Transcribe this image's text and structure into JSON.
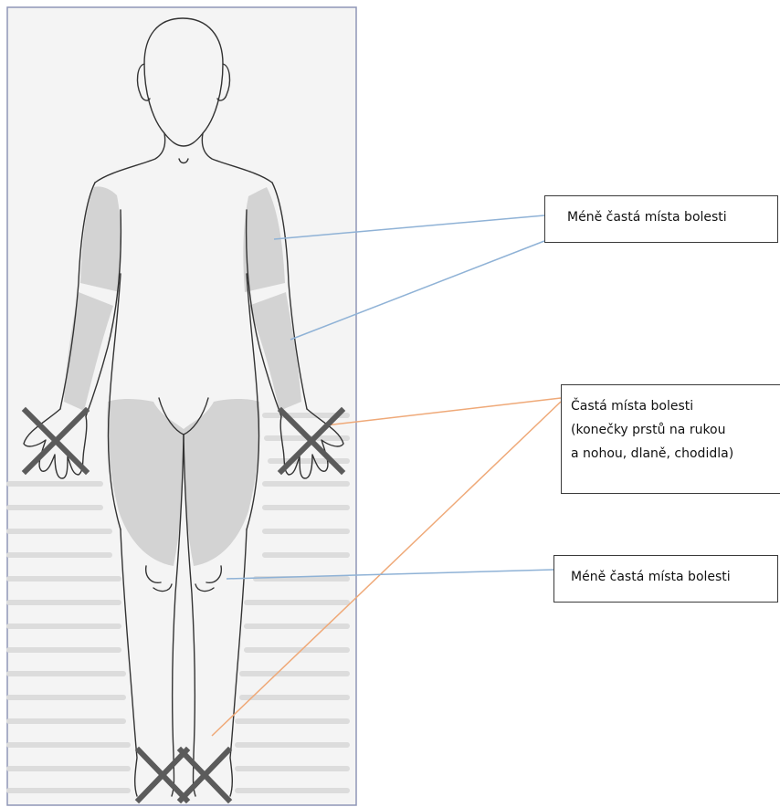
{
  "colors": {
    "less_frequent_leader": "#8fb2d6",
    "frequent_leader": "#efa978",
    "shaded_region": "#d3d3d3",
    "cross_mark": "#5b5b5b",
    "frame_border": "#8f96b7"
  },
  "callouts": [
    {
      "lines": [
        "Méně častá místa bolesti"
      ],
      "leader_color": "less_frequent_leader"
    },
    {
      "lines": [
        "Častá místa bolesti",
        "(konečky prstů na rukou",
        "a nohou, dlaně, chodidla)"
      ],
      "leader_color": "frequent_leader"
    },
    {
      "lines": [
        "Méně častá místa bolesti"
      ],
      "leader_color": "less_frequent_leader"
    }
  ]
}
